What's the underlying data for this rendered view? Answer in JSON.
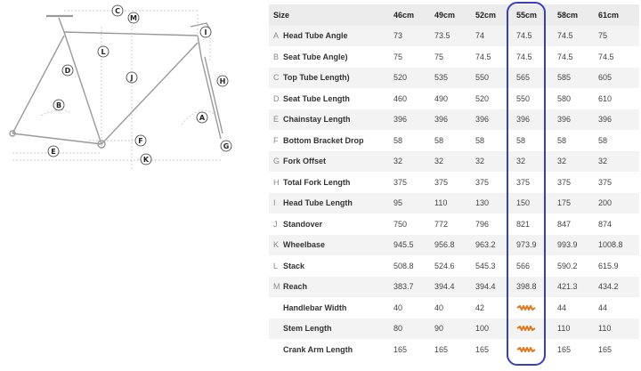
{
  "diagram": {
    "labels": [
      "C",
      "M",
      "I",
      "L",
      "D",
      "J",
      "H",
      "B",
      "A",
      "F",
      "G",
      "E",
      "K"
    ]
  },
  "table": {
    "size_label": "Size",
    "sizes": [
      "46cm",
      "49cm",
      "52cm",
      "55cm",
      "58cm",
      "61cm"
    ],
    "highlight_size": "55cm",
    "highlight_color": "#3840b8",
    "scribble_color": "#e07a1f",
    "rows": [
      {
        "letter": "A",
        "name": "Head Tube Angle",
        "values": [
          "73",
          "73.5",
          "74",
          "74.5",
          "74.5",
          "75"
        ]
      },
      {
        "letter": "B",
        "name": "Seat Tube Angle)",
        "values": [
          "75",
          "75",
          "74.5",
          "74.5",
          "74.5",
          "74.5"
        ]
      },
      {
        "letter": "C",
        "name": "Top Tube Length)",
        "values": [
          "520",
          "535",
          "550",
          "565",
          "585",
          "605"
        ]
      },
      {
        "letter": "D",
        "name": "Seat Tube Length",
        "values": [
          "460",
          "490",
          "520",
          "550",
          "580",
          "610"
        ]
      },
      {
        "letter": "E",
        "name": "Chainstay Length",
        "values": [
          "396",
          "396",
          "396",
          "396",
          "396",
          "396"
        ]
      },
      {
        "letter": "F",
        "name": "Bottom Bracket Drop",
        "values": [
          "58",
          "58",
          "58",
          "58",
          "58",
          "58"
        ]
      },
      {
        "letter": "G",
        "name": "Fork Offset",
        "values": [
          "32",
          "32",
          "32",
          "32",
          "32",
          "32"
        ]
      },
      {
        "letter": "H",
        "name": "Total Fork Length",
        "values": [
          "375",
          "375",
          "375",
          "375",
          "375",
          "375"
        ]
      },
      {
        "letter": "I",
        "name": "Head Tube Length",
        "values": [
          "95",
          "110",
          "130",
          "150",
          "175",
          "200"
        ]
      },
      {
        "letter": "J",
        "name": "Standover",
        "values": [
          "750",
          "772",
          "796",
          "821",
          "847",
          "874"
        ]
      },
      {
        "letter": "K",
        "name": "Wheelbase",
        "values": [
          "945.5",
          "956.8",
          "963.2",
          "973.9",
          "993.9",
          "1008.8"
        ]
      },
      {
        "letter": "L",
        "name": "Stack",
        "values": [
          "508.8",
          "524.6",
          "545.3",
          "566",
          "590.2",
          "615.9"
        ]
      },
      {
        "letter": "M",
        "name": "Reach",
        "values": [
          "383.7",
          "394.4",
          "394.4",
          "398.8",
          "421.3",
          "434.2"
        ]
      },
      {
        "letter": "",
        "name": "Handlebar Width",
        "values": [
          "40",
          "40",
          "42",
          "",
          "44",
          "44"
        ]
      },
      {
        "letter": "",
        "name": "Stem Length",
        "values": [
          "80",
          "90",
          "100",
          "",
          "110",
          "110"
        ]
      },
      {
        "letter": "",
        "name": "Crank Arm Length",
        "values": [
          "165",
          "165",
          "165",
          "",
          "165",
          "165"
        ]
      }
    ]
  }
}
